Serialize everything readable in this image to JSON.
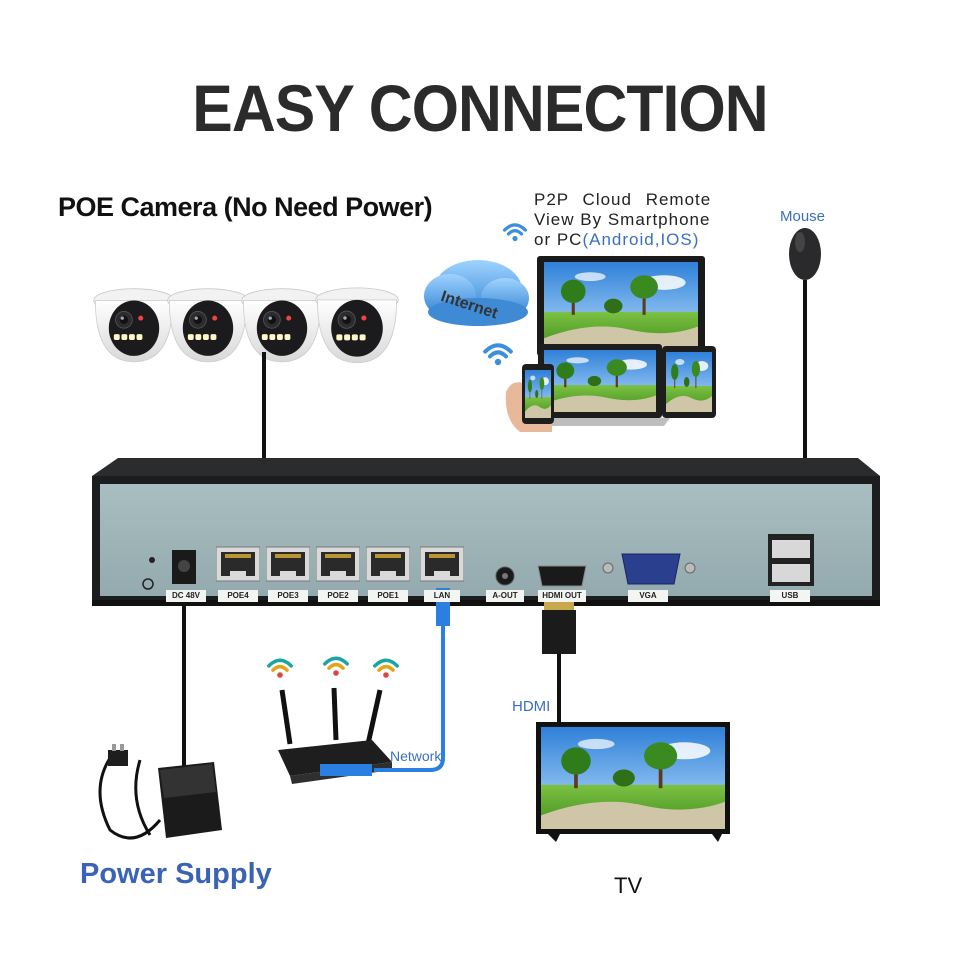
{
  "title": "EASY CONNECTION",
  "poe_camera_label": "POE Camera (No Need Power)",
  "remote_view": {
    "line1": "P2P Cloud Remote",
    "line2": "View By Smartphone",
    "line3_prefix": "or PC",
    "line3_highlight": "(Android,IOS)"
  },
  "internet_label": "Internet",
  "mouse_label": "Mouse",
  "hdmi_label": "HDMI",
  "network_label": "Network",
  "power_supply_label": "Power Supply",
  "tv_label": "TV",
  "nvr_ports": {
    "dc": "DC 48V",
    "poe4": "POE4",
    "poe3": "POE3",
    "poe2": "POE2",
    "poe1": "POE1",
    "lan": "LAN",
    "aout": "A-OUT",
    "hdmi_out": "HDMI OUT",
    "vga": "VGA",
    "usb": "USB"
  },
  "colors": {
    "accent_blue": "#3a6fc4",
    "power_label_blue": "#3a63b8",
    "nvr_body": "#1c1d1f",
    "nvr_panel": "#9fb4b7",
    "wifi_blue": "#3b8fdc",
    "network_cable": "#2a7fe0"
  }
}
